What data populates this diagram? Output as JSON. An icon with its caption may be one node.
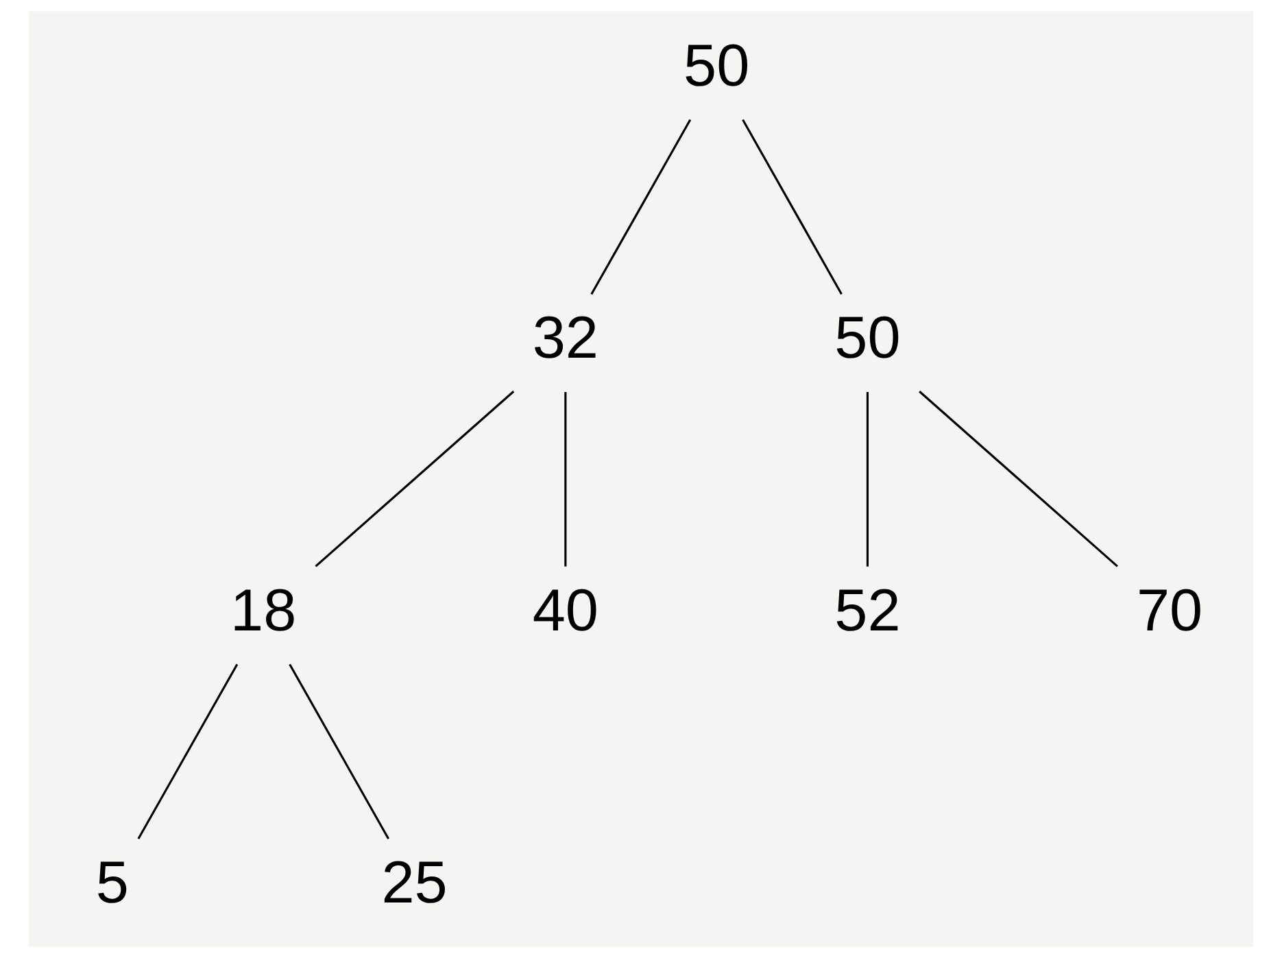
{
  "diagram": {
    "nodes": [
      {
        "text": [
          "50"
        ]
      },
      {
        "text": [
          "32"
        ]
      },
      {
        "text": [
          "50"
        ]
      },
      {
        "text": [
          "18"
        ]
      },
      {
        "text": [
          "40"
        ]
      },
      {
        "text": [
          "52"
        ]
      },
      {
        "text": [
          "70"
        ]
      },
      {
        "text": [
          "5"
        ]
      },
      {
        "text": [
          "25"
        ]
      }
    ],
    "edges": [
      {
        "from": 0,
        "to": 1,
        "arrow": "none"
      },
      {
        "from": 0,
        "to": 2,
        "arrow": "none"
      },
      {
        "from": 1,
        "to": 3,
        "arrow": "none"
      },
      {
        "from": 1,
        "to": 4,
        "arrow": "none"
      },
      {
        "from": 2,
        "to": 5,
        "arrow": "none"
      },
      {
        "from": 2,
        "to": 6,
        "arrow": "none"
      },
      {
        "from": 3,
        "to": 7,
        "arrow": "none"
      },
      {
        "from": 3,
        "to": 8,
        "arrow": "none"
      }
    ]
  }
}
